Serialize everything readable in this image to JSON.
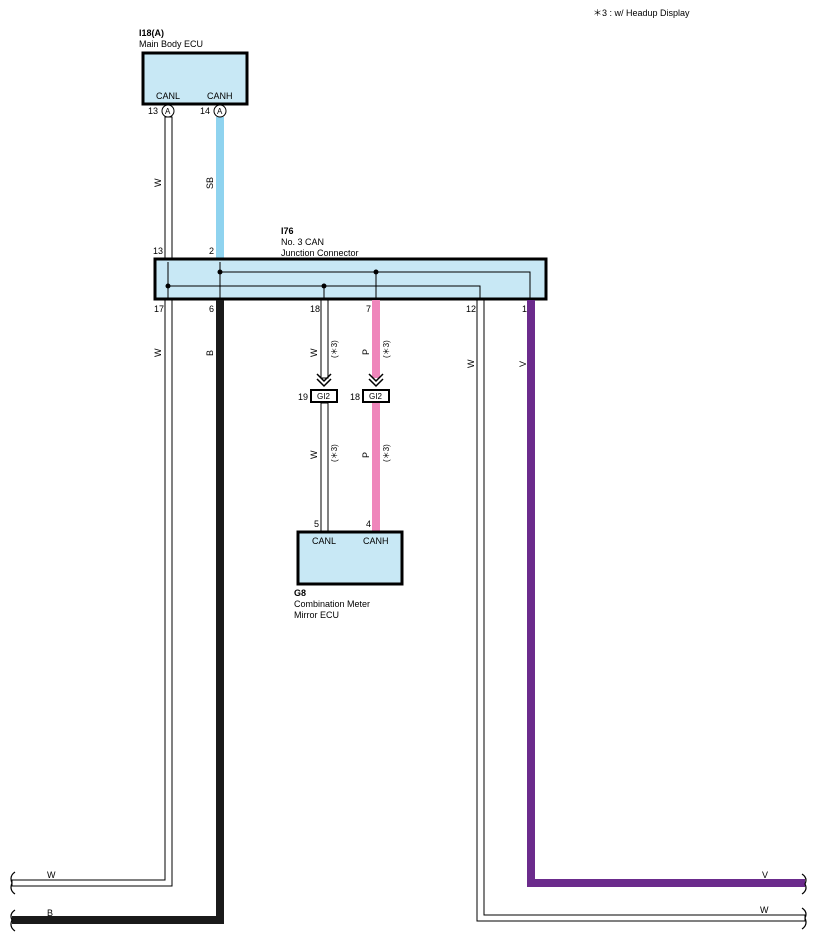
{
  "note": "＊3 : w/ Headup Display",
  "colors": {
    "box_fill": "#c8e8f5",
    "sb": "#8fd3ef",
    "pink": "#ef86bb",
    "violet": "#6b2b8c",
    "black": "#1a1a1a"
  },
  "ecu_main": {
    "code": "I18(A)",
    "name": "Main Body ECU",
    "canl": "CANL",
    "canh": "CANH",
    "pin_l": "13",
    "pin_h": "14",
    "conn": "A"
  },
  "junction": {
    "code": "I76",
    "name1": "No.  3 CAN",
    "name2": "Junction Connector",
    "pin13": "13",
    "pin2": "2",
    "pin17": "17",
    "pin6": "6",
    "pin18": "18",
    "pin7": "7",
    "pin12": "12",
    "pin1": "1"
  },
  "meter": {
    "code": "G8",
    "name1": "Combination Meter",
    "name2": "Mirror ECU",
    "canl": "CANL",
    "canh": "CANH",
    "pin5": "5",
    "pin4": "4"
  },
  "gi2": {
    "label": "GI2",
    "pin19": "19",
    "pin18": "18"
  },
  "wires": {
    "w": "W",
    "sb": "SB",
    "b": "B",
    "p": "P",
    "v": "V",
    "opt": "(＊3)"
  }
}
